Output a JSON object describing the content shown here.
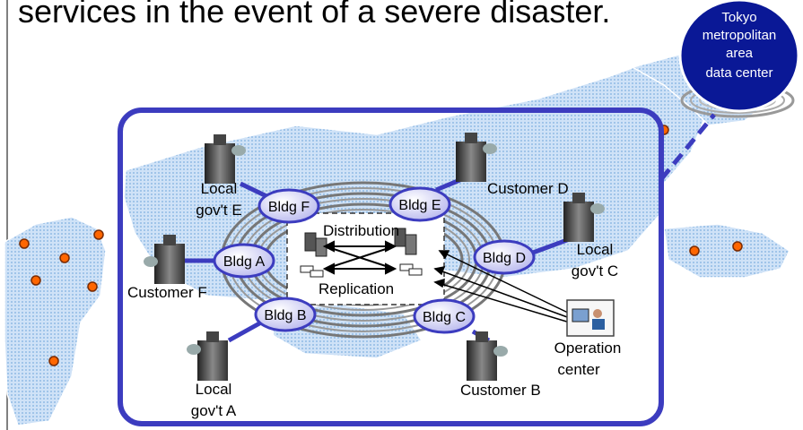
{
  "heading": "services in the event of a severe disaster.",
  "data_center": {
    "line1": "Tokyo",
    "line2": "metropolitan",
    "line3": "area",
    "line4": "data center"
  },
  "buildings": {
    "a": "Bldg A",
    "b": "Bldg B",
    "c": "Bldg C",
    "d": "Bldg D",
    "e": "Bldg E",
    "f": "Bldg F"
  },
  "sites": {
    "local_e": [
      "Local",
      "gov't E"
    ],
    "customer_d": "Customer D",
    "local_c": [
      "Local",
      "gov't C"
    ],
    "customer_f": "Customer F",
    "local_a": [
      "Local",
      "gov't A"
    ],
    "customer_b": "Customer B",
    "operation": [
      "Operation",
      "center"
    ]
  },
  "center_box": {
    "distribution": "Distribution",
    "replication": "Replication"
  },
  "colors": {
    "frame": "#3c3cbf",
    "link": "#3c3cbf",
    "bldg_fill": "#d9d9f5",
    "dc_fill": "#0a1896",
    "map_fill": "#b8d4f0",
    "pin": "#ff6600"
  }
}
